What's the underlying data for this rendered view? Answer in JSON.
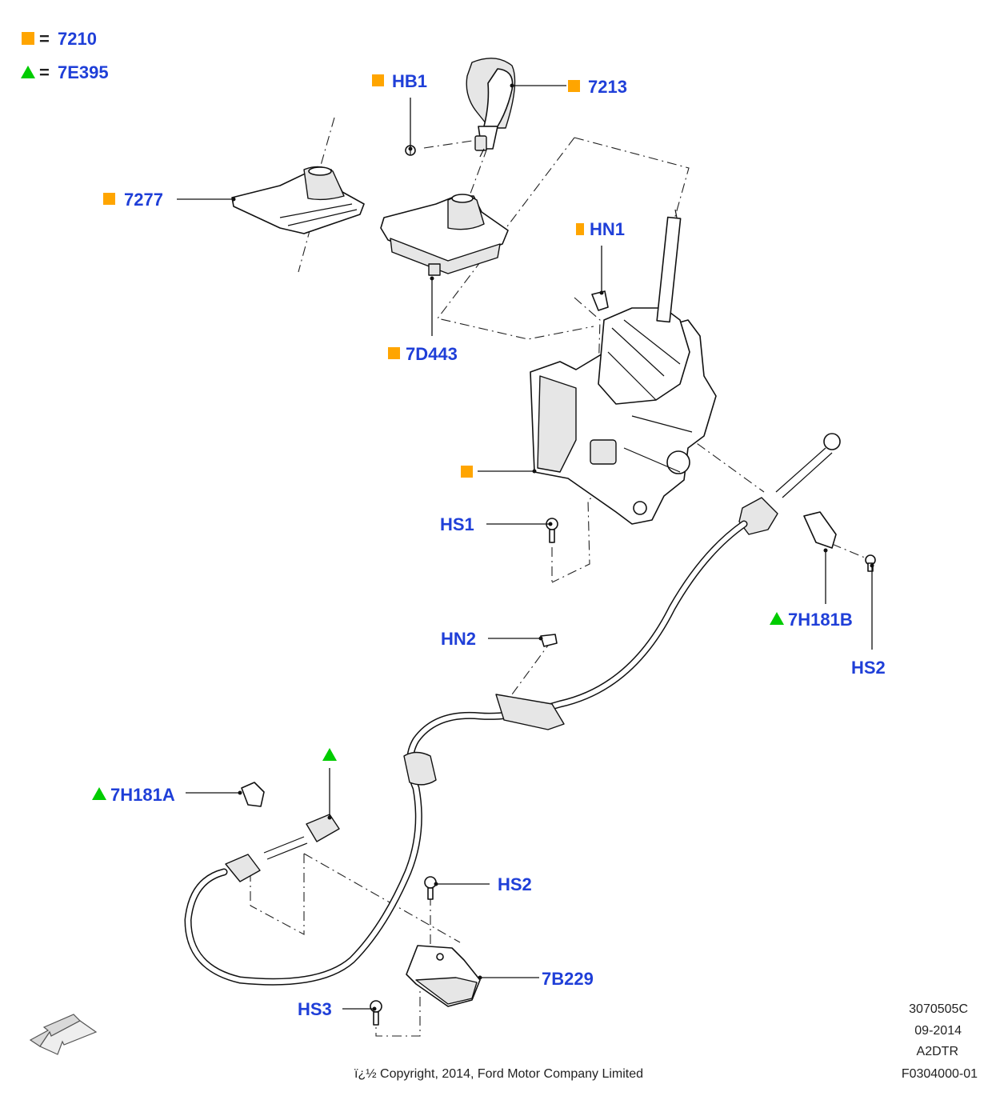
{
  "legend": [
    {
      "marker": "square",
      "color": "#FFA500",
      "eq": "=",
      "code": "7210"
    },
    {
      "marker": "triangle",
      "color": "#00CC00",
      "eq": "=",
      "code": "7E395"
    }
  ],
  "labels": {
    "hb1": "HB1",
    "k7213": "7213",
    "k7277": "7277",
    "hn1": "HN1",
    "k7d443": "7D443",
    "hs1": "HS1",
    "k7h181b": "7H181B",
    "hs2_upper": "HS2",
    "hn2": "HN2",
    "k7h181a": "7H181A",
    "hs2_lower": "HS2",
    "k7b229": "7B229",
    "hs3": "HS3"
  },
  "colors": {
    "square": "#FFA500",
    "triangle": "#00CC00",
    "label": "#1F3FD8"
  },
  "footer": {
    "ref": "3070505C",
    "date": "09-2014",
    "code": "A2DTR",
    "figure": "F0304000-01",
    "copyright": "ï¿½ Copyright, 2014, Ford Motor Company Limited"
  },
  "icons": [
    "orange-square-icon",
    "green-triangle-icon",
    "direction-arrow-icon"
  ]
}
